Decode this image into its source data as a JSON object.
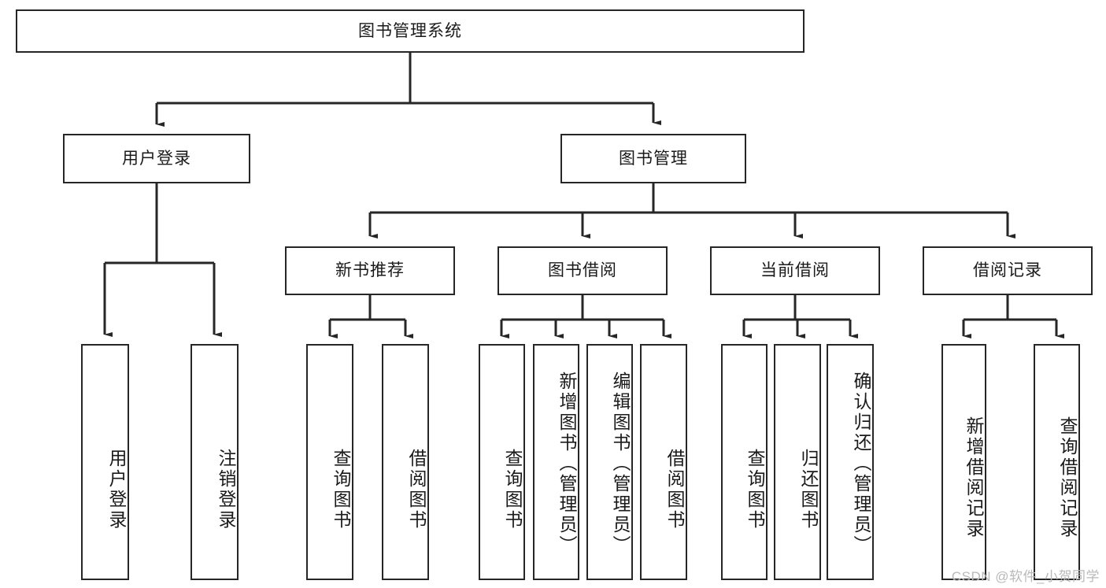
{
  "diagram": {
    "type": "tree-hierarchy",
    "title": "图书管理系统",
    "watermark": "CSDN @软件_小贺同学",
    "colors": {
      "box_border": "#262626",
      "box_fill": "#ffffff",
      "connector": "#262626",
      "text": "#1a1a1a",
      "watermark": "#b9b9b9",
      "background": "#ffffff"
    },
    "levels": {
      "root": {
        "label": "图书管理系统"
      },
      "level2": [
        {
          "label": "用户登录"
        },
        {
          "label": "图书管理"
        }
      ],
      "level3": [
        {
          "label": "新书推荐"
        },
        {
          "label": "图书借阅"
        },
        {
          "label": "当前借阅"
        },
        {
          "label": "借阅记录"
        }
      ],
      "leaves": {
        "user_login": [
          {
            "label": "用户登录"
          },
          {
            "label": "注销登录"
          }
        ],
        "new_book_recommend": [
          {
            "label": "查询图书"
          },
          {
            "label": "借阅图书"
          }
        ],
        "book_borrow": [
          {
            "label": "查询图书"
          },
          {
            "label": "新增图书（管理员）"
          },
          {
            "label": "编辑图书（管理员）"
          },
          {
            "label": "借阅图书"
          }
        ],
        "current_borrow": [
          {
            "label": "查询图书"
          },
          {
            "label": "归还图书"
          },
          {
            "label": "确认归还（管理员）"
          }
        ],
        "borrow_record": [
          {
            "label": "新增借阅记录"
          },
          {
            "label": "查询借阅记录"
          }
        ]
      }
    }
  }
}
